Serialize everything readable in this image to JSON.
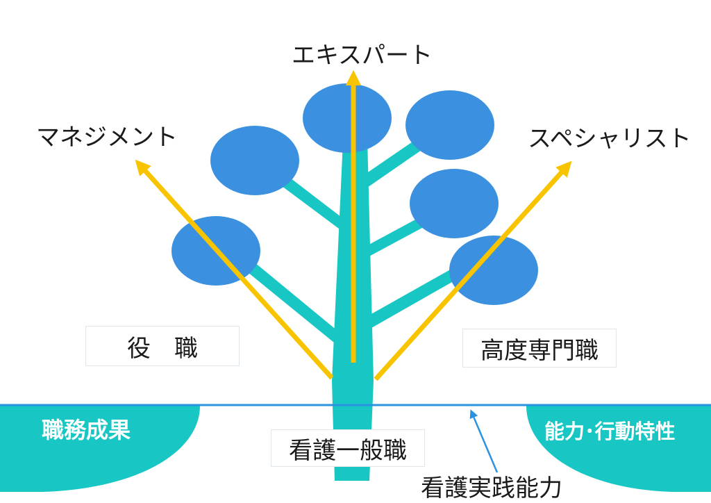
{
  "labels": {
    "expert": "エキスパート",
    "management": "マネジメント",
    "specialist": "スペシャリスト",
    "position": "役　職",
    "advanced_specialist": "高度専門職",
    "general_nursing": "看護一般職",
    "job_performance": "職務成果",
    "ability_behavior": "能力･行動特性",
    "nursing_practice_ability": "看護実践能力"
  },
  "colors": {
    "trunk": "#18c7c4",
    "leaf": "#3b91df",
    "arrow": "#f8c400",
    "ground_line": "#2a93e0",
    "pointer": "#2a93e0"
  }
}
